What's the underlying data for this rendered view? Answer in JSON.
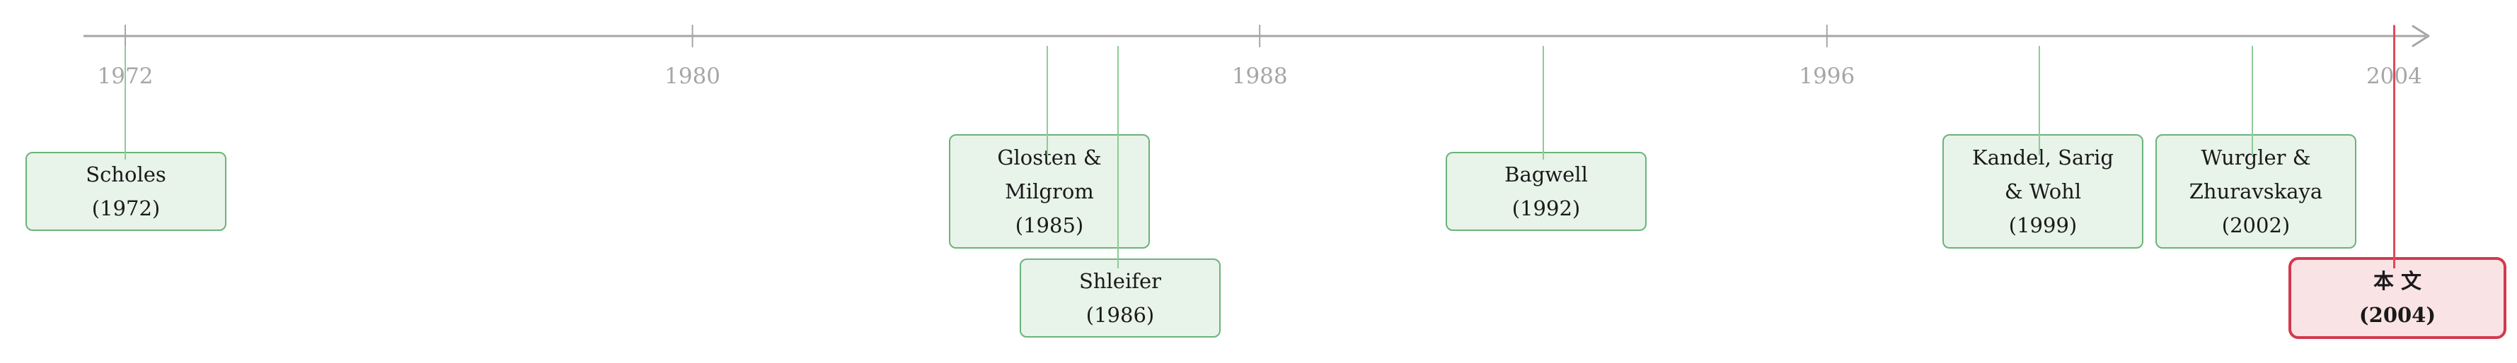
{
  "axis": {
    "ticks": [
      "1972",
      "1980",
      "1988",
      "1996",
      "2004"
    ]
  },
  "events": [
    {
      "id": "scholes",
      "lines": [
        "Scholes",
        "(1972)"
      ],
      "year": 1972,
      "highlight": false
    },
    {
      "id": "glosten-milgrom",
      "lines": [
        "Glosten &",
        "Milgrom",
        "(1985)"
      ],
      "year": 1985,
      "highlight": false
    },
    {
      "id": "shleifer",
      "lines": [
        "Shleifer",
        "(1986)"
      ],
      "year": 1986,
      "highlight": false
    },
    {
      "id": "bagwell",
      "lines": [
        "Bagwell",
        "(1992)"
      ],
      "year": 1992,
      "highlight": false
    },
    {
      "id": "kandel-sarig-wohl",
      "lines": [
        "Kandel, Sarig",
        "& Wohl",
        "(1999)"
      ],
      "year": 1999,
      "highlight": false
    },
    {
      "id": "wurgler-zhuravskaya",
      "lines": [
        "Wurgler &",
        "Zhuravskaya",
        "(2002)"
      ],
      "year": 2002,
      "highlight": false
    },
    {
      "id": "this-paper",
      "lines": [
        "本 文",
        "(2004)"
      ],
      "year": 2004,
      "highlight": true
    }
  ],
  "colors": {
    "axis": "#a6a6a6",
    "card_fill": "#e8f3e9",
    "card_border": "#6ab47a",
    "connector": "#8ccc98",
    "highlight_fill": "#fae3e5",
    "highlight_border": "#d23a4e"
  }
}
